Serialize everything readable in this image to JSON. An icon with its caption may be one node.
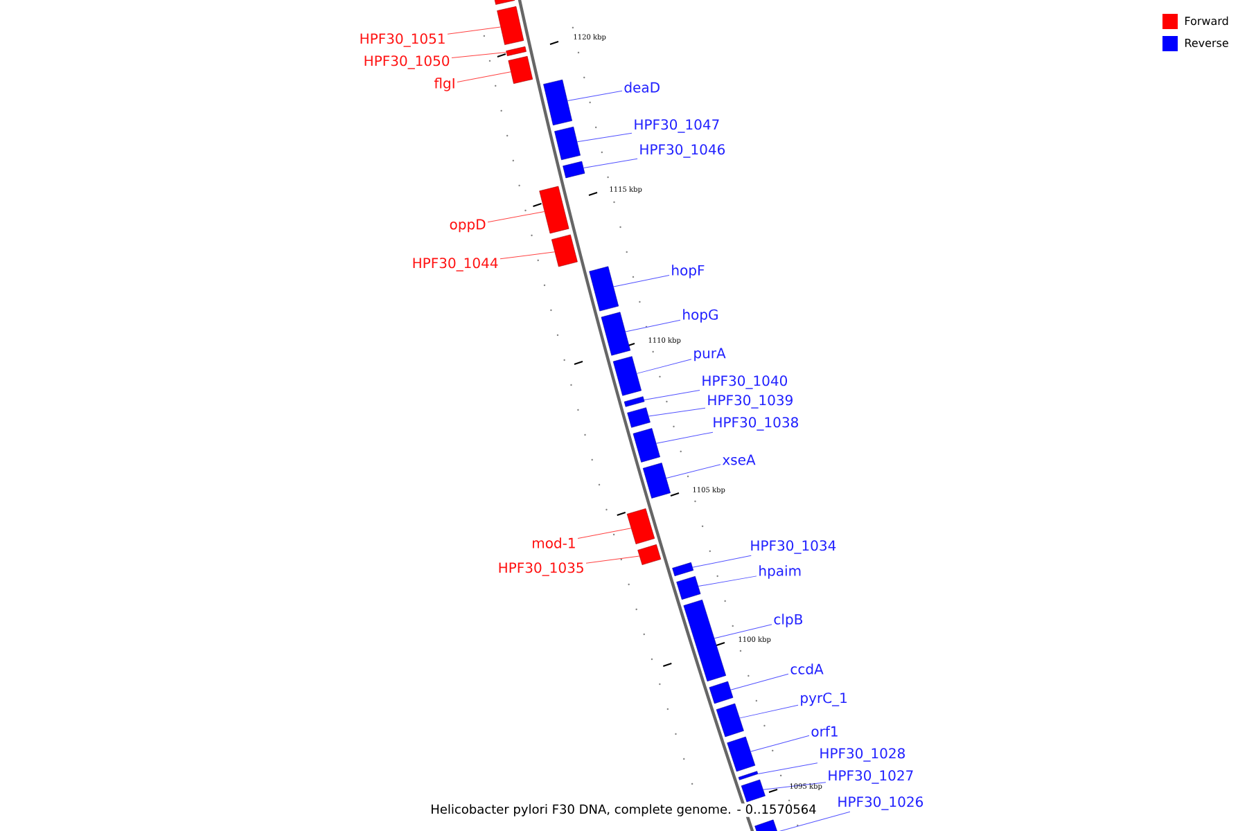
{
  "diagram": {
    "caption": "Helicobacter pylori F30 DNA, complete genome. - 0..1570564",
    "nodes": [
      {
        "text": [],
        "shape": "bar"
      },
      {
        "text": [
          "HPF30_1051"
        ]
      },
      {
        "text": [],
        "shape": "bar"
      },
      {
        "text": [
          "HPF30_1050"
        ]
      },
      {
        "text": [],
        "shape": "bar"
      },
      {
        "text": [
          "flgI"
        ]
      },
      {
        "text": [],
        "shape": "bar"
      },
      {
        "text": [
          "deaD"
        ]
      },
      {
        "text": [],
        "shape": "bar"
      },
      {
        "text": [
          "HPF30_1047"
        ]
      },
      {
        "text": [],
        "shape": "bar"
      },
      {
        "text": [
          "HPF30_1046"
        ]
      },
      {
        "text": [],
        "shape": "bar"
      },
      {
        "text": [
          "oppD"
        ]
      },
      {
        "text": [],
        "shape": "bar"
      },
      {
        "text": [
          "HPF30_1044"
        ]
      },
      {
        "text": [],
        "shape": "bar"
      },
      {
        "text": [
          "hopF"
        ]
      },
      {
        "text": [],
        "shape": "bar"
      },
      {
        "text": [
          "hopG"
        ]
      },
      {
        "text": [],
        "shape": "bar"
      },
      {
        "text": [
          "purA"
        ]
      },
      {
        "text": [],
        "shape": "bar"
      },
      {
        "text": [
          "HPF30_1040"
        ]
      },
      {
        "text": [],
        "shape": "bar"
      },
      {
        "text": [
          "HPF30_1039"
        ]
      },
      {
        "text": [],
        "shape": "bar"
      },
      {
        "text": [
          "HPF30_1038"
        ]
      },
      {
        "text": [],
        "shape": "bar"
      },
      {
        "text": [
          "xseA"
        ]
      },
      {
        "text": [],
        "shape": "bar"
      },
      {
        "text": [
          "mod-1"
        ]
      },
      {
        "text": [],
        "shape": "bar"
      },
      {
        "text": [
          "HPF30_1034"
        ]
      },
      {
        "text": [],
        "shape": "bar"
      },
      {
        "text": [
          "HPF30_1035"
        ]
      },
      {
        "text": [],
        "shape": "bar"
      },
      {
        "text": [
          "hpaim"
        ]
      },
      {
        "text": [],
        "shape": "bar"
      },
      {
        "text": [
          "clpB"
        ]
      },
      {
        "text": [],
        "shape": "bar"
      },
      {
        "text": [
          "ccdA"
        ]
      },
      {
        "text": [],
        "shape": "bar"
      },
      {
        "text": [
          "pyrC_1"
        ]
      },
      {
        "text": [],
        "shape": "bar"
      },
      {
        "text": [
          "orf1"
        ]
      },
      {
        "text": [],
        "shape": "bar"
      },
      {
        "text": [
          "HPF30_1028"
        ]
      },
      {
        "text": [],
        "shape": "bar"
      },
      {
        "text": [
          "HPF30_1027"
        ]
      },
      {
        "text": [],
        "shape": "bar"
      },
      {
        "text": [
          "HPF30_1026"
        ]
      },
      {
        "text": [],
        "shape": "bar"
      }
    ],
    "edges": [
      {
        "from": 1,
        "to": 2,
        "arrow": "none",
        "color": "#ff4040"
      },
      {
        "from": 3,
        "to": 4,
        "arrow": "none",
        "color": "#ff4040"
      },
      {
        "from": 5,
        "to": 6,
        "arrow": "none",
        "color": "#ff4040"
      },
      {
        "from": 7,
        "to": 8,
        "arrow": "none"
      },
      {
        "from": 9,
        "to": 10,
        "arrow": "none"
      },
      {
        "from": 11,
        "to": 12,
        "arrow": "none"
      },
      {
        "from": 13,
        "to": 14,
        "arrow": "none",
        "color": "#ff4040"
      },
      {
        "from": 15,
        "to": 16,
        "arrow": "none",
        "color": "#ff4040"
      },
      {
        "from": 17,
        "to": 18,
        "arrow": "none"
      },
      {
        "from": 19,
        "to": 20,
        "arrow": "none"
      },
      {
        "from": 21,
        "to": 22,
        "arrow": "none"
      },
      {
        "from": 23,
        "to": 24,
        "arrow": "none"
      },
      {
        "from": 25,
        "to": 26,
        "arrow": "none"
      },
      {
        "from": 27,
        "to": 28,
        "arrow": "none"
      },
      {
        "from": 29,
        "to": 30,
        "arrow": "none"
      },
      {
        "from": 31,
        "to": 32,
        "arrow": "none",
        "color": "#ff4040"
      },
      {
        "from": 33,
        "to": 34,
        "arrow": "none"
      },
      {
        "from": 35,
        "to": 36,
        "arrow": "none",
        "color": "#ff4040"
      },
      {
        "from": 37,
        "to": 38,
        "arrow": "none"
      },
      {
        "from": 39,
        "to": 40,
        "arrow": "none"
      },
      {
        "from": 41,
        "to": 42,
        "arrow": "none"
      },
      {
        "from": 43,
        "to": 44,
        "arrow": "none"
      },
      {
        "from": 45,
        "to": 46,
        "arrow": "none"
      },
      {
        "from": 47,
        "to": 48,
        "arrow": "none"
      },
      {
        "from": 49,
        "to": 50,
        "arrow": "none"
      },
      {
        "from": 51,
        "to": 52,
        "arrow": "none"
      }
    ],
    "labels": [
      "1120 kbp",
      "1115 kbp",
      "1110 kbp",
      "1105 kbp",
      "1100 kbp",
      "1095 kbp"
    ],
    "legend": [
      {
        "text": "Forward",
        "color": "#ff0000"
      },
      {
        "text": "Reverse",
        "color": "#0000ff"
      }
    ]
  }
}
